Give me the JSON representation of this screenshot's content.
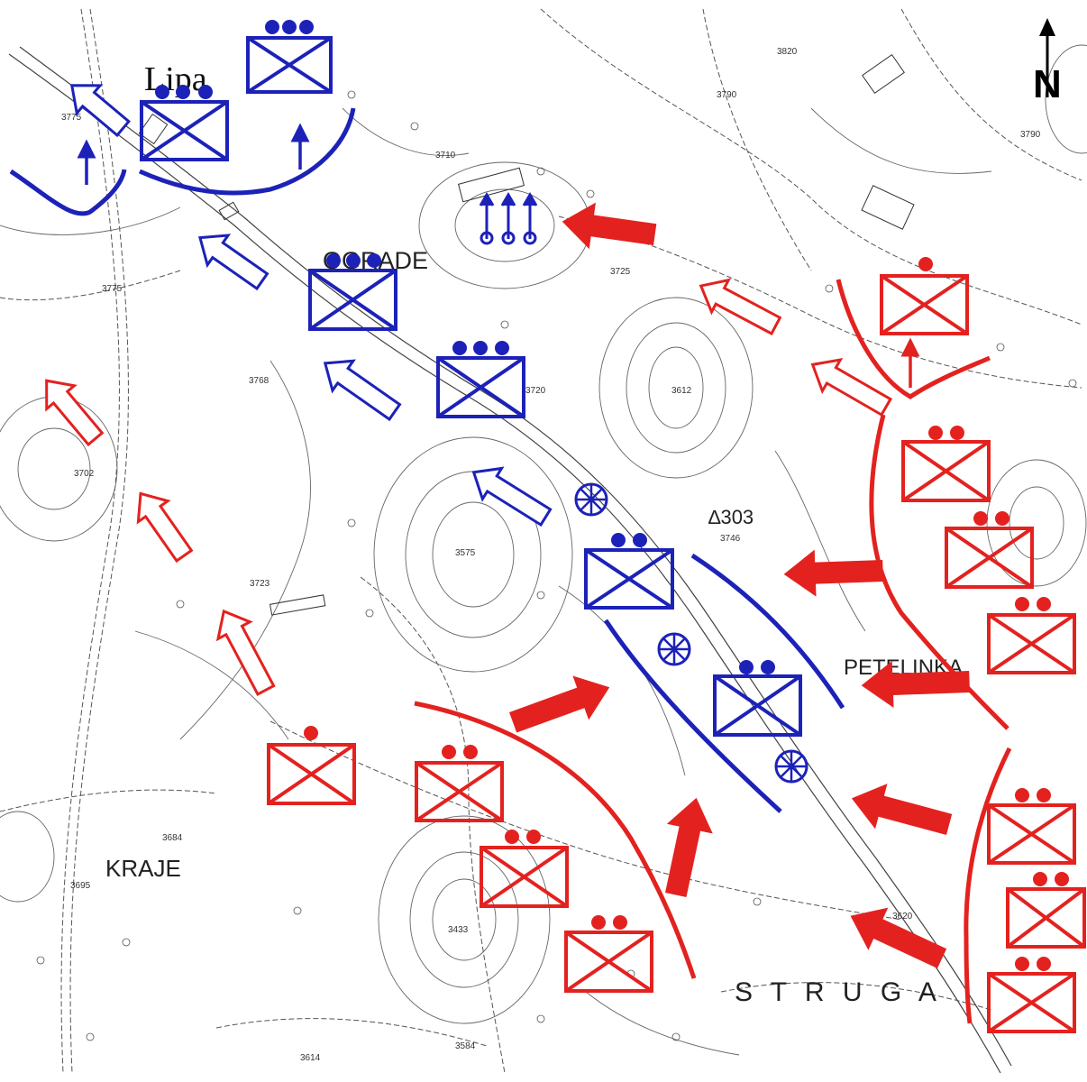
{
  "places": {
    "lipa": "Lipa",
    "ograde": "OGRADE",
    "petelinka": "PETELINKA",
    "kraje": "KRAJE",
    "struga": "S T R U G A",
    "triangulation": "∆303"
  },
  "spot_heights": {
    "h3820": "3820",
    "h3790": "3790",
    "h3790b": "3790",
    "h3775": "3775",
    "h3710": "3710",
    "h3725": "3725",
    "h3775b": "3775",
    "h3768": "3768",
    "h3720": "3720",
    "h3612": "3612",
    "h3702": "3702",
    "h3723": "3723",
    "h3575": "3575",
    "h3746": "3746",
    "h3684": "3684",
    "h3695": "3695",
    "h3433": "3433",
    "h3620": "3620",
    "h3614": "3614",
    "h3584": "3584"
  },
  "north": "N",
  "colors": {
    "friendly": "#1c22b8",
    "enemy": "#e3221f",
    "contour": "#444444"
  }
}
